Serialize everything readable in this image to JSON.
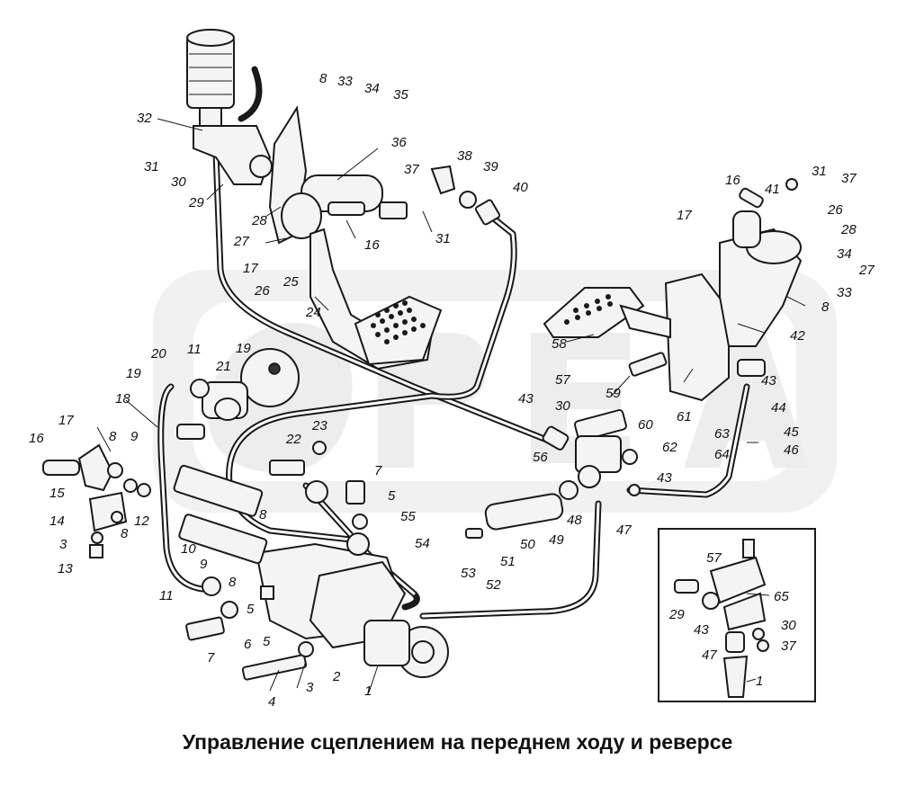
{
  "caption": "Управление сцеплением на переднем ходу и реверсе",
  "labels": [
    {
      "id": "l8a",
      "text": "8"
    },
    {
      "id": "l33a",
      "text": "33"
    },
    {
      "id": "l34a",
      "text": "34"
    },
    {
      "id": "l35",
      "text": "35"
    },
    {
      "id": "l32",
      "text": "32"
    },
    {
      "id": "l31a",
      "text": "31"
    },
    {
      "id": "l30a",
      "text": "30"
    },
    {
      "id": "l29a",
      "text": "29"
    },
    {
      "id": "l36",
      "text": "36"
    },
    {
      "id": "l37a",
      "text": "37"
    },
    {
      "id": "l38",
      "text": "38"
    },
    {
      "id": "l39",
      "text": "39"
    },
    {
      "id": "l40",
      "text": "40"
    },
    {
      "id": "l31b",
      "text": "31"
    },
    {
      "id": "l16a",
      "text": "16"
    },
    {
      "id": "l28a",
      "text": "28"
    },
    {
      "id": "l27a",
      "text": "27"
    },
    {
      "id": "l17a",
      "text": "17"
    },
    {
      "id": "l26a",
      "text": "26"
    },
    {
      "id": "l25",
      "text": "25"
    },
    {
      "id": "l24",
      "text": "24"
    },
    {
      "id": "l20",
      "text": "20"
    },
    {
      "id": "l11a",
      "text": "11"
    },
    {
      "id": "l19a",
      "text": "19"
    },
    {
      "id": "l21",
      "text": "21"
    },
    {
      "id": "l19b",
      "text": "19"
    },
    {
      "id": "l18",
      "text": "18"
    },
    {
      "id": "l22",
      "text": "22"
    },
    {
      "id": "l23",
      "text": "23"
    },
    {
      "id": "l17b",
      "text": "17"
    },
    {
      "id": "l16b",
      "text": "16"
    },
    {
      "id": "l8b",
      "text": "8"
    },
    {
      "id": "l9a",
      "text": "9"
    },
    {
      "id": "l15",
      "text": "15"
    },
    {
      "id": "l12",
      "text": "12"
    },
    {
      "id": "l14",
      "text": "14"
    },
    {
      "id": "l8c",
      "text": "8"
    },
    {
      "id": "l3a",
      "text": "3"
    },
    {
      "id": "l13",
      "text": "13"
    },
    {
      "id": "l7a",
      "text": "7"
    },
    {
      "id": "l5a",
      "text": "5"
    },
    {
      "id": "l55",
      "text": "55"
    },
    {
      "id": "l54",
      "text": "54"
    },
    {
      "id": "l8d",
      "text": "8"
    },
    {
      "id": "l10",
      "text": "10"
    },
    {
      "id": "l9b",
      "text": "9"
    },
    {
      "id": "l8e",
      "text": "8"
    },
    {
      "id": "l11b",
      "text": "11"
    },
    {
      "id": "l5b",
      "text": "5"
    },
    {
      "id": "l6",
      "text": "6"
    },
    {
      "id": "l5c",
      "text": "5"
    },
    {
      "id": "l7b",
      "text": "7"
    },
    {
      "id": "l3b",
      "text": "3"
    },
    {
      "id": "l2",
      "text": "2"
    },
    {
      "id": "l4",
      "text": "4"
    },
    {
      "id": "l1a",
      "text": "1"
    },
    {
      "id": "l53",
      "text": "53"
    },
    {
      "id": "l52",
      "text": "52"
    },
    {
      "id": "l51",
      "text": "51"
    },
    {
      "id": "l50",
      "text": "50"
    },
    {
      "id": "l49",
      "text": "49"
    },
    {
      "id": "l48",
      "text": "48"
    },
    {
      "id": "l47a",
      "text": "47"
    },
    {
      "id": "l56",
      "text": "56"
    },
    {
      "id": "l43a",
      "text": "43"
    },
    {
      "id": "l30b",
      "text": "30"
    },
    {
      "id": "l57a",
      "text": "57"
    },
    {
      "id": "l59",
      "text": "59"
    },
    {
      "id": "l60",
      "text": "60"
    },
    {
      "id": "l62",
      "text": "62"
    },
    {
      "id": "l43b",
      "text": "43"
    },
    {
      "id": "l63",
      "text": "63"
    },
    {
      "id": "l64",
      "text": "64"
    },
    {
      "id": "l58",
      "text": "58"
    },
    {
      "id": "l61",
      "text": "61"
    },
    {
      "id": "l43c",
      "text": "43"
    },
    {
      "id": "l44",
      "text": "44"
    },
    {
      "id": "l45",
      "text": "45"
    },
    {
      "id": "l46",
      "text": "46"
    },
    {
      "id": "l42",
      "text": "42"
    },
    {
      "id": "l8f",
      "text": "8"
    },
    {
      "id": "l33b",
      "text": "33"
    },
    {
      "id": "l27b",
      "text": "27"
    },
    {
      "id": "l34b",
      "text": "34"
    },
    {
      "id": "l28b",
      "text": "28"
    },
    {
      "id": "l26b",
      "text": "26"
    },
    {
      "id": "l37b",
      "text": "37"
    },
    {
      "id": "l31c",
      "text": "31"
    },
    {
      "id": "l16c",
      "text": "16"
    },
    {
      "id": "l41",
      "text": "41"
    },
    {
      "id": "l17c",
      "text": "17"
    },
    {
      "id": "l57b",
      "text": "57"
    },
    {
      "id": "l65",
      "text": "65"
    },
    {
      "id": "l29b",
      "text": "29"
    },
    {
      "id": "l43d",
      "text": "43"
    },
    {
      "id": "l30c",
      "text": "30"
    },
    {
      "id": "l47b",
      "text": "47"
    },
    {
      "id": "l37c",
      "text": "37"
    },
    {
      "id": "l1b",
      "text": "1"
    }
  ]
}
